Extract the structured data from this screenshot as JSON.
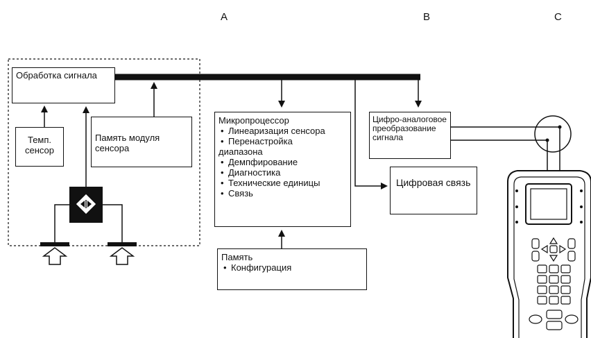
{
  "section_labels": {
    "a": "A",
    "b": "B",
    "c": "C"
  },
  "signal_processing": {
    "label": "Обработка сигнала"
  },
  "temp_sensor": {
    "label": "Темп. сенсор"
  },
  "sensor_memory": {
    "label": "Память модуля сенсора"
  },
  "microprocessor": {
    "title": "Микропроцессор",
    "items": [
      "Линеаризация сенсора",
      "Перенастройка",
      "диапазона",
      "Демпфирование",
      "Диагностика",
      "Технические единицы",
      "Связь"
    ]
  },
  "memory": {
    "title": "Память",
    "items": [
      "Конфигурация"
    ]
  },
  "dac": {
    "label": "Цифро-аналоговое преобразование сигнала"
  },
  "digital_comm": {
    "label": "Цифровая связь"
  },
  "colors": {
    "line": "#111111",
    "background": "#ffffff"
  }
}
